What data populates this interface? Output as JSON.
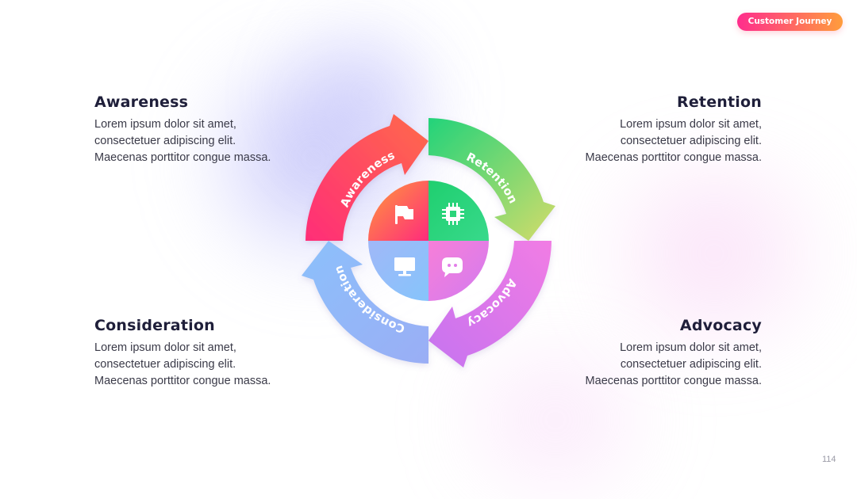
{
  "badge": {
    "label": "Customer Journey"
  },
  "steps": [
    {
      "title": "Awareness",
      "text": [
        "Lorem ipsum dolor sit amet,",
        "consectetuer adipiscing elit.",
        "Maecenas porttitor congue massa."
      ]
    },
    {
      "title": "Retention",
      "text": [
        "Lorem ipsum dolor sit amet,",
        "consectetuer adipiscing elit.",
        "Maecenas porttitor congue massa."
      ]
    },
    {
      "title": "Consideration",
      "text": [
        "Lorem ipsum dolor sit amet,",
        "consectetuer adipiscing elit.",
        "Maecenas porttitor congue massa."
      ]
    },
    {
      "title": "Advocacy",
      "text": [
        "Lorem ipsum dolor sit amet,",
        "consectetuer adipiscing elit.",
        "Maecenas porttitor congue massa."
      ]
    }
  ],
  "cycle": {
    "labels": [
      "Awareness",
      "Retention",
      "Advocacy",
      "Consideration"
    ],
    "icons": [
      "flag-icon",
      "chip-icon",
      "monitor-icon",
      "chat-bubble-icon"
    ]
  },
  "colors": {
    "awareness": [
      "#ff2d78",
      "#ff6a4a"
    ],
    "retention": [
      "#22d37a",
      "#d4dc6a"
    ],
    "advocacy": [
      "#f17ce4",
      "#c673f0"
    ],
    "consideration": [
      "#8cc0fb",
      "#9aaef5"
    ]
  },
  "page_number": "114"
}
